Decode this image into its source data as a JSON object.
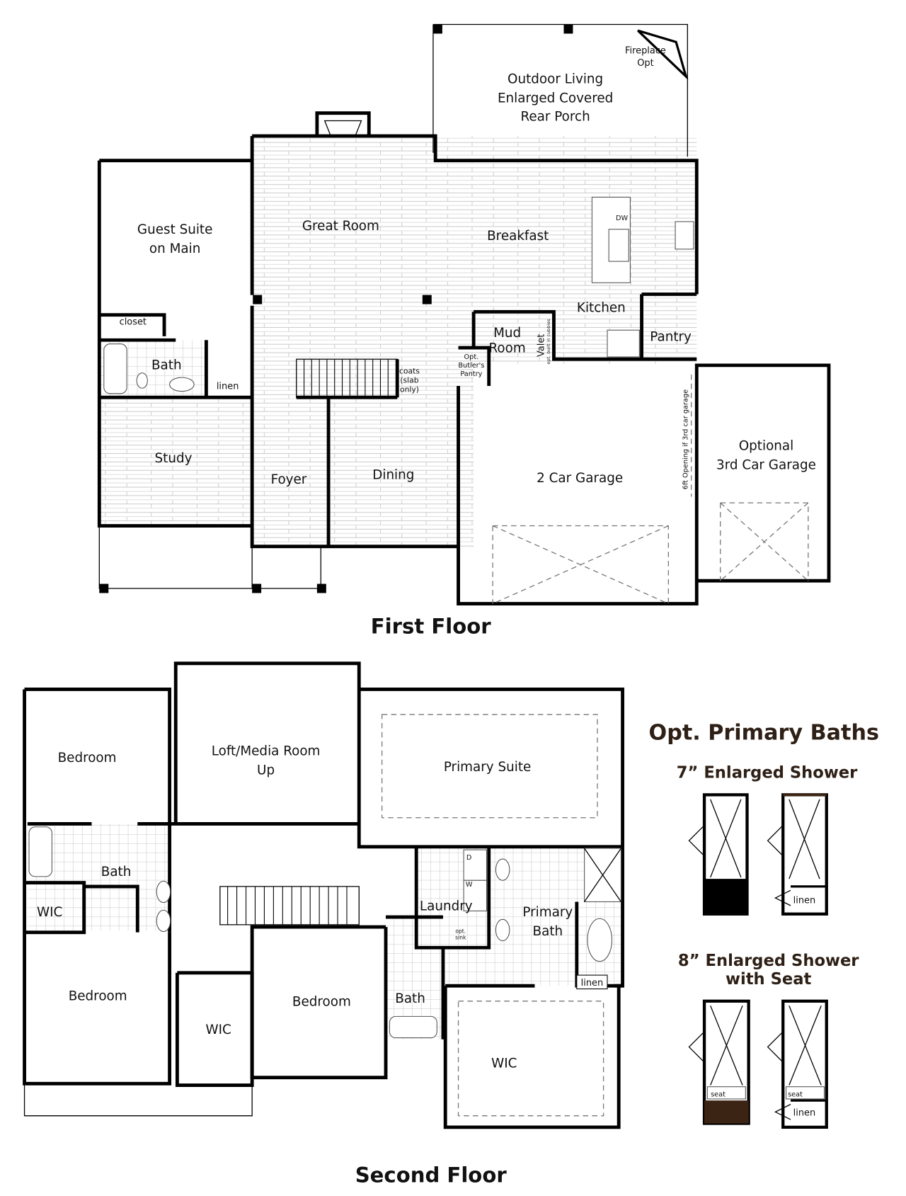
{
  "first_floor": {
    "title": "First Floor",
    "rooms": {
      "porch": [
        "Outdoor Living",
        "Enlarged Covered",
        "Rear Porch"
      ],
      "fireplace": [
        "Fireplace",
        "Opt"
      ],
      "guest_suite": [
        "Guest Suite",
        "on Main"
      ],
      "great_room": "Great Room",
      "breakfast": "Breakfast",
      "dw": "DW",
      "kitchen": "Kitchen",
      "mud_room": [
        "Mud",
        "Room"
      ],
      "valet": "Valet",
      "valet_note": "opt. built in cubbies",
      "pantry": "Pantry",
      "butlers_pantry": [
        "Opt.",
        "Butler's",
        "Pantry"
      ],
      "closet": "closet",
      "bath": "Bath",
      "linen": "linen",
      "coats": [
        "coats",
        "(slab",
        "only)"
      ],
      "study": "Study",
      "foyer": "Foyer",
      "dining": "Dining",
      "garage": "2 Car Garage",
      "garage_opening": "6ft Opening if 3rd car garage",
      "third_garage": [
        "Optional",
        "3rd Car Garage"
      ]
    }
  },
  "second_floor": {
    "title": "Second Floor",
    "rooms": {
      "bedroom_1": "Bedroom",
      "loft": [
        "Loft/Media Room",
        "Up"
      ],
      "primary_suite": "Primary Suite",
      "bath_1": "Bath",
      "wic_1": "WIC",
      "laundry": "Laundry",
      "dryer": "D",
      "washer": "W",
      "opt_sink": [
        "opt.",
        "sink"
      ],
      "primary_bath": [
        "Primary",
        "Bath"
      ],
      "linen": "linen",
      "bedroom_2": "Bedroom",
      "wic_2": "WIC",
      "bedroom_3": "Bedroom",
      "bath_2": "Bath",
      "wic_primary": "WIC"
    }
  },
  "options": {
    "title": "Opt. Primary Baths",
    "seven": {
      "title": "7” Enlarged Shower",
      "linen": "linen"
    },
    "eight": {
      "title": [
        "8” Enlarged Shower",
        "with Seat"
      ],
      "seat": "seat",
      "linen": "linen"
    },
    "colors": {
      "heading": "#2e2016",
      "seat_fill": "#3b2414",
      "wall": "#000000"
    }
  }
}
